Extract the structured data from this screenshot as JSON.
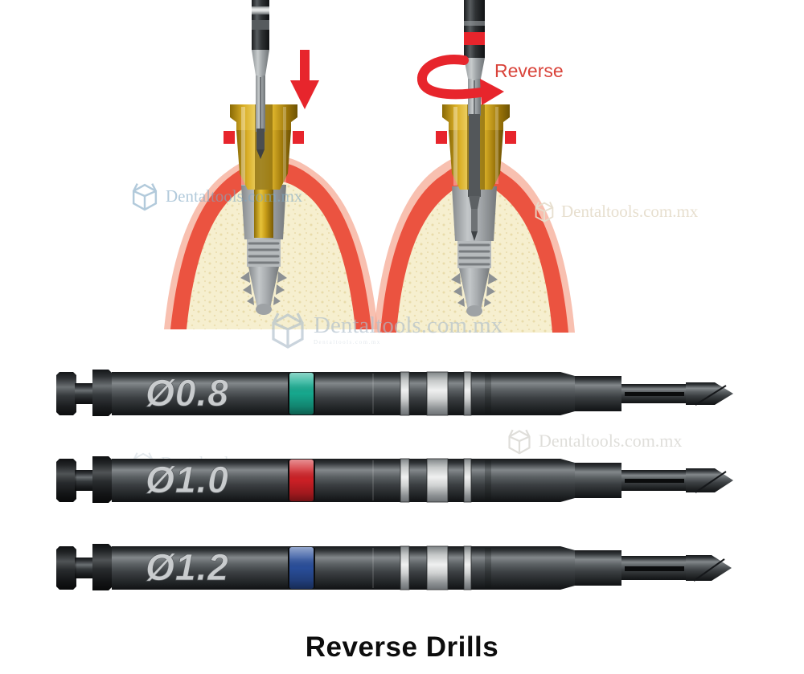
{
  "product_title": "Reverse Drills",
  "annotation": {
    "reverse_label": "Reverse",
    "reverse_color": "#d9433a"
  },
  "watermark": {
    "text": "Dentaltools.com.mx"
  },
  "drills": [
    {
      "label": "Ø0.8",
      "band_color": "#17ab90"
    },
    {
      "label": "Ø1.0",
      "band_color": "#cf2026"
    },
    {
      "label": "Ø1.2",
      "band_color": "#2a4f9c"
    }
  ],
  "colors": {
    "arrow_red": "#e7252c",
    "gum": "#eb5340",
    "bone": "#f6efcf",
    "guide_gold": "#d9ae25",
    "implant_gray": "#a7abae"
  }
}
